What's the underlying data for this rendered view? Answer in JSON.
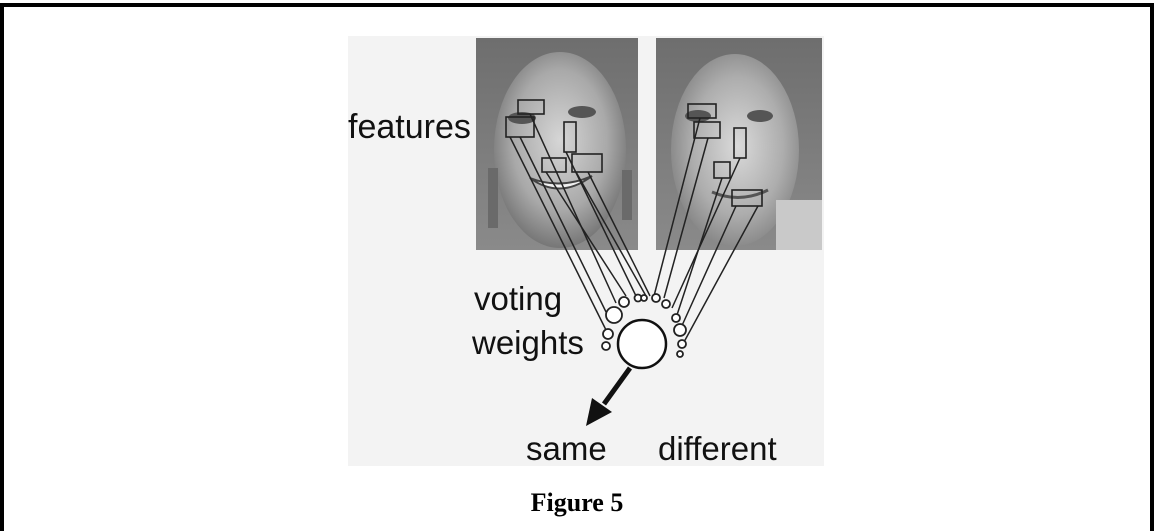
{
  "figure": {
    "labels": {
      "features": "features",
      "voting": "voting",
      "weights": "weights",
      "same": "same",
      "different": "different"
    },
    "caption": "Figure 5"
  }
}
